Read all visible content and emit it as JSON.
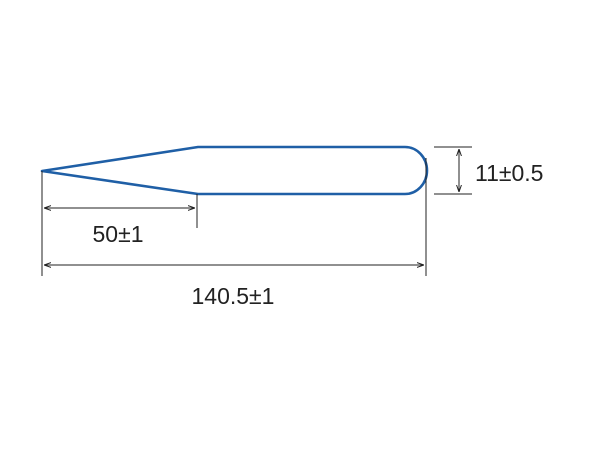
{
  "colors": {
    "outline": "#1f5fa6",
    "dimension": "#222222",
    "background": "#ffffff"
  },
  "dimensions": {
    "taper_length": "50±1",
    "total_length": "140.5±1",
    "diameter": "11±0.5"
  }
}
